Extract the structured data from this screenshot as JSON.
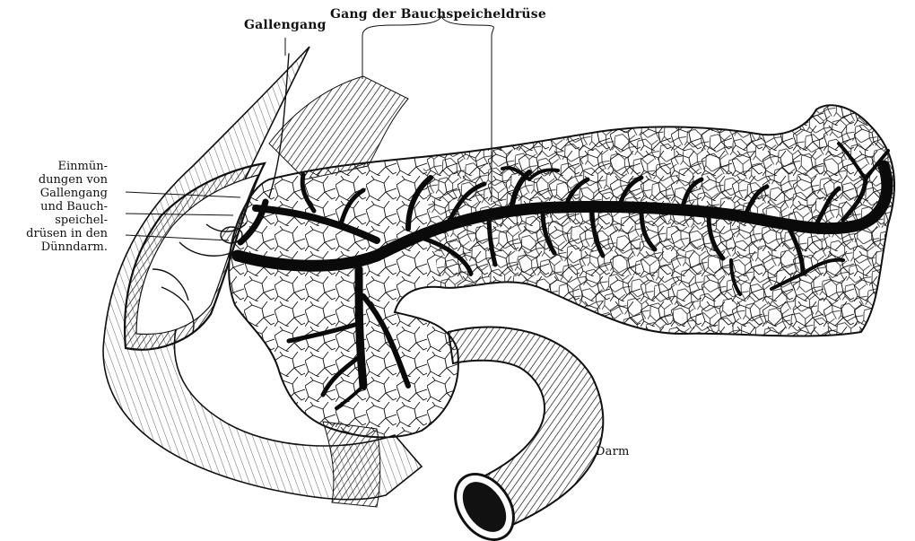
{
  "labels": {
    "bile_duct": "Gallengang",
    "pancreatic_duct": "Gang der Bauchspeicheldrüse",
    "openings": [
      "Einmün-",
      "dungen von",
      "Gallengang",
      "und Bauch-",
      "speichel-",
      "drüsen in den",
      "Dünndarm."
    ],
    "intestine": "Darm"
  },
  "colors": {
    "ink": "#111111",
    "paper": "#ffffff",
    "duct": "#0a0a0a"
  }
}
